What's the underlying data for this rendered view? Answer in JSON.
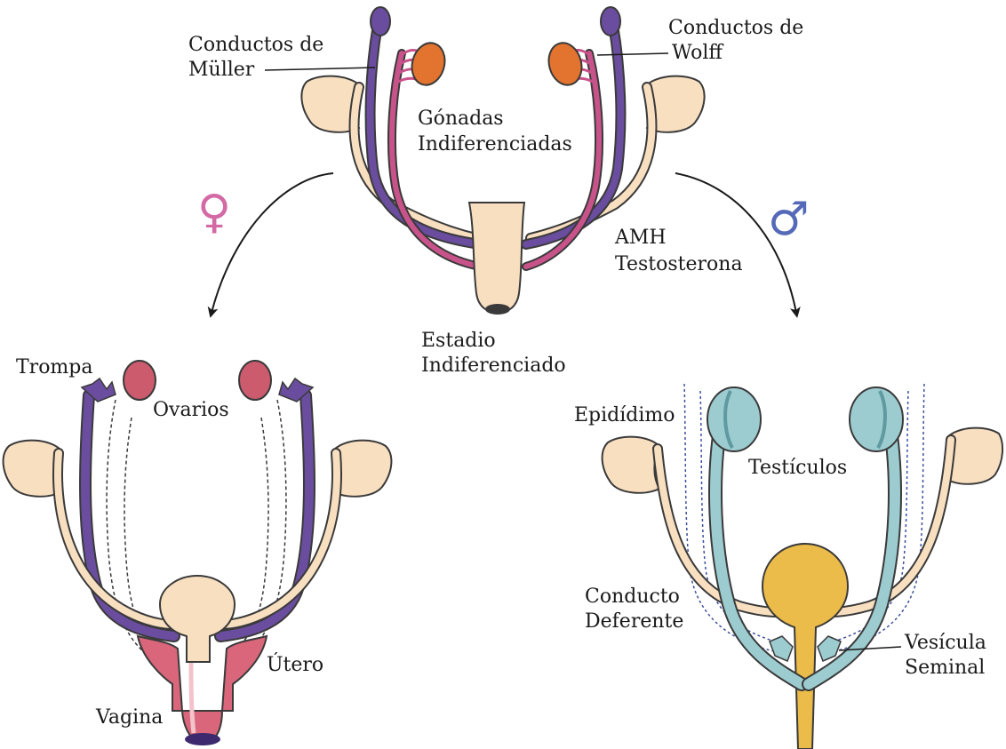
{
  "labels": {
    "mullerian_line1": "Conductos de",
    "mullerian_line2": "Müller",
    "wolffian_line1": "Conductos de",
    "wolffian_line2": "Wolff",
    "gonads_line1": "Gónadas",
    "gonads_line2": "Indiferenciadas",
    "hormones_line1": "AMH",
    "hormones_line2": "Testosterona",
    "stage_line1": "Estadio",
    "stage_line2": "Indiferenciado",
    "trompa": "Trompa",
    "ovarios": "Ovarios",
    "utero": "Útero",
    "vagina": "Vagina",
    "epididimo": "Epidídimo",
    "testiculos": "Testículos",
    "deferente_line1": "Conducto",
    "deferente_line2": "Deferente",
    "vesicula_line1": "Vesícula",
    "vesicula_line2": "Seminal"
  },
  "symbols": {
    "female": "♀",
    "male": "♂"
  },
  "colors": {
    "mullerian_duct": "#6a4d9e",
    "wolffian_duct": "#c8538a",
    "indifferent_gonad": "#e2742f",
    "ovary": "#cc5b6e",
    "uterus": "#d9667a",
    "kidney_bladder": "#f8dfc0",
    "testis_duct": "#9ccbd0",
    "prostate_bladder": "#ecbc4a",
    "female_symbol": "#d36aa5",
    "male_symbol": "#5469b8"
  }
}
